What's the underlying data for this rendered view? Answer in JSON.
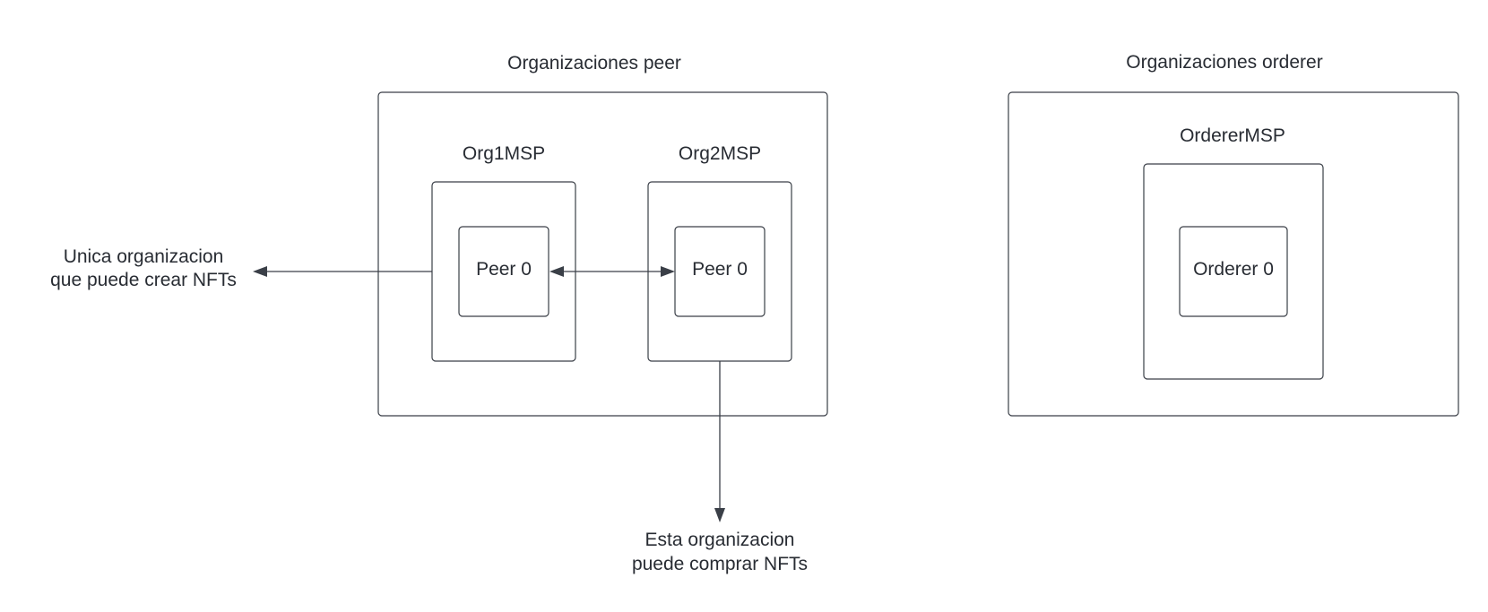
{
  "diagram": {
    "peer_group": {
      "title": "Organizaciones peer",
      "org1": {
        "label": "Org1MSP",
        "node": "Peer 0"
      },
      "org2": {
        "label": "Org2MSP",
        "node": "Peer 0"
      }
    },
    "orderer_group": {
      "title": "Organizaciones orderer",
      "org": {
        "label": "OrdererMSP",
        "node": "Orderer 0"
      }
    },
    "annotations": {
      "org1_note": [
        "Unica organizacion",
        "que puede crear NFTs"
      ],
      "org2_note": [
        "Esta organizacion",
        "puede comprar NFTs"
      ]
    },
    "colors": {
      "stroke": "#3a3f47",
      "text": "#282c33",
      "background": "#ffffff"
    }
  }
}
